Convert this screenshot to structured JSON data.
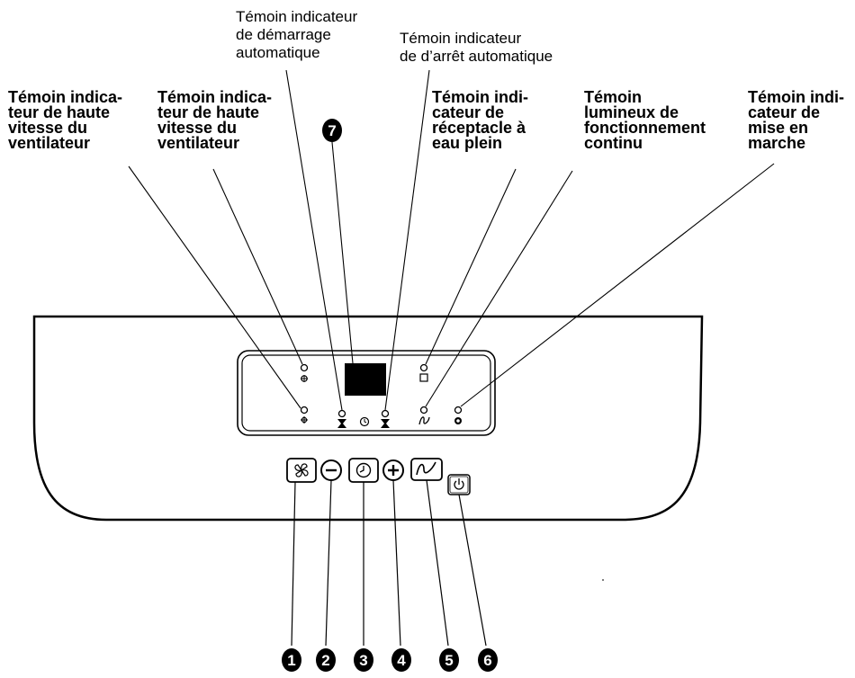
{
  "labels": {
    "high_fan_left": "Témoin indica-\nteur de haute\nvitesse du\nventilateur",
    "high_fan_right": "Témoin indica-\nteur de haute\nvitesse du\nventilateur",
    "auto_start": "Témoin indicateur\nde démarrage\nautomatique",
    "auto_stop": "Témoin indicateur\nde d’arrêt automatique",
    "bucket_full": "Témoin indi-\ncateur de\nréceptacle à\neau plein",
    "continuous": "Témoin\nlumineux de\nfonctionnement\ncontinu",
    "power_on": "Témoin indi-\ncateur de\nmise en\nmarche"
  },
  "callouts": {
    "n1": "1",
    "n2": "2",
    "n3": "3",
    "n4": "4",
    "n5": "5",
    "n6": "6",
    "n7": "7"
  },
  "buttons": {
    "fan": "fan-icon",
    "minus": "minus-icon",
    "timer": "clock-icon",
    "plus": "plus-icon",
    "continuous": "continuous-icon",
    "power": "power-icon"
  }
}
